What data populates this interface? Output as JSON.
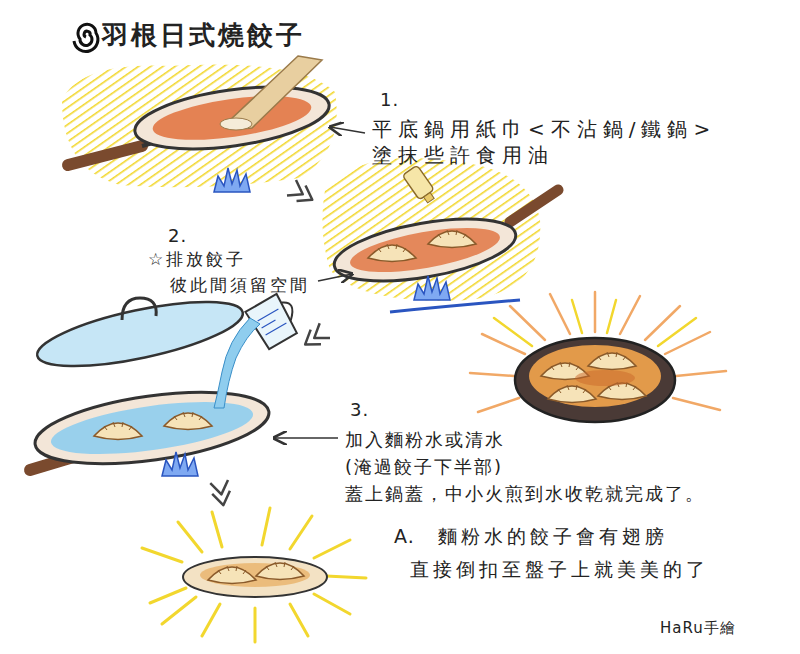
{
  "diagram": {
    "title": "羽根日式燒餃子",
    "labels": [
      "1.",
      "平底鍋用紙巾<不沾鍋/鐵鍋> 塗抹些許食用油",
      "2.",
      "☆排放餃子 彼此間須留空間",
      "3.",
      "加入麵粉水或清水 (淹過餃子下半部) 蓋上鍋蓋，中小火煎到水收乾就完成了。",
      "A.",
      "麵粉水的餃子會有翅膀 直接倒扣至盤子上就美美的了",
      "HaRu手繪"
    ]
  }
}
